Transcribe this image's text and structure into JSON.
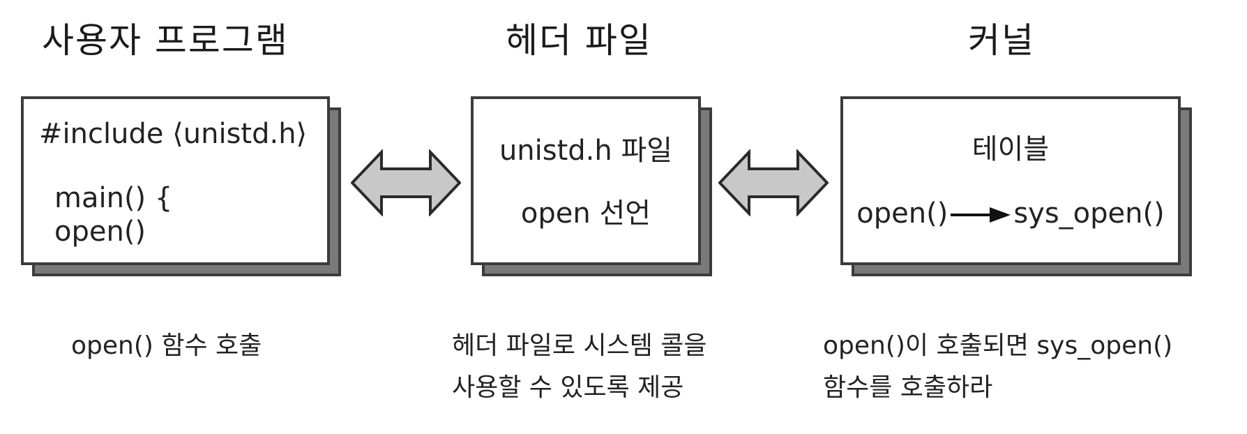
{
  "columns": [
    {
      "title": "사용자 프로그램",
      "box_lines": [
        "#include ⟨unistd.h⟩",
        "main() {",
        "open()"
      ],
      "caption_lines": [
        "open() 함수 호출"
      ]
    },
    {
      "title": "헤더 파일",
      "box_lines": [
        "unistd.h 파일",
        "open 선언"
      ],
      "caption_lines": [
        "헤더 파일로 시스템 콜을",
        "사용할 수 있도록 제공"
      ]
    },
    {
      "title": "커널",
      "box_lines": [
        "테이블"
      ],
      "mapping": {
        "from": "open()",
        "to": "sys_open()"
      },
      "caption_lines": [
        "open()이 호출되면 sys_open()",
        "함수를 호출하라"
      ]
    }
  ],
  "colors": {
    "box_border": "#3c3c3c",
    "box_shadow": "#7a7a7a",
    "arrow_fill": "#c8c8c8",
    "arrow_stroke": "#2a2a2a"
  }
}
